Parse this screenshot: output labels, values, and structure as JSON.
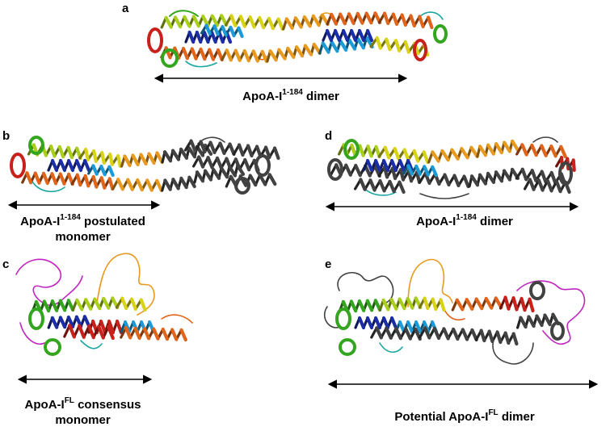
{
  "panels": {
    "a": {
      "letter": "a",
      "caption": {
        "pre": "ApoA-I",
        "sup": "1-184",
        "post": " dimer"
      }
    },
    "b": {
      "letter": "b",
      "caption": {
        "pre": "ApoA-I",
        "sup": "1-184",
        "post": " postulated",
        "line2": "monomer"
      }
    },
    "c": {
      "letter": "c",
      "caption": {
        "pre": "ApoA-I",
        "sup": "FL",
        "post": " consensus",
        "line2": "monomer"
      }
    },
    "d": {
      "letter": "d",
      "caption": {
        "pre": "ApoA-I",
        "sup": "1-184",
        "post": " dimer"
      }
    },
    "e": {
      "letter": "e",
      "caption": {
        "pre": "Potential ApoA-I",
        "sup": "FL",
        "post": " dimer"
      }
    }
  },
  "colors": {
    "red": "#c8211c",
    "orange": "#e0651a",
    "amber": "#e89a1f",
    "yellow": "#d8d316",
    "yellowgreen": "#a9cf1c",
    "green": "#34a51e",
    "teal": "#1aa7a0",
    "cyan": "#1d9bd6",
    "blue": "#1b2ea8",
    "gray": "#424242",
    "magenta": "#c026c0"
  }
}
